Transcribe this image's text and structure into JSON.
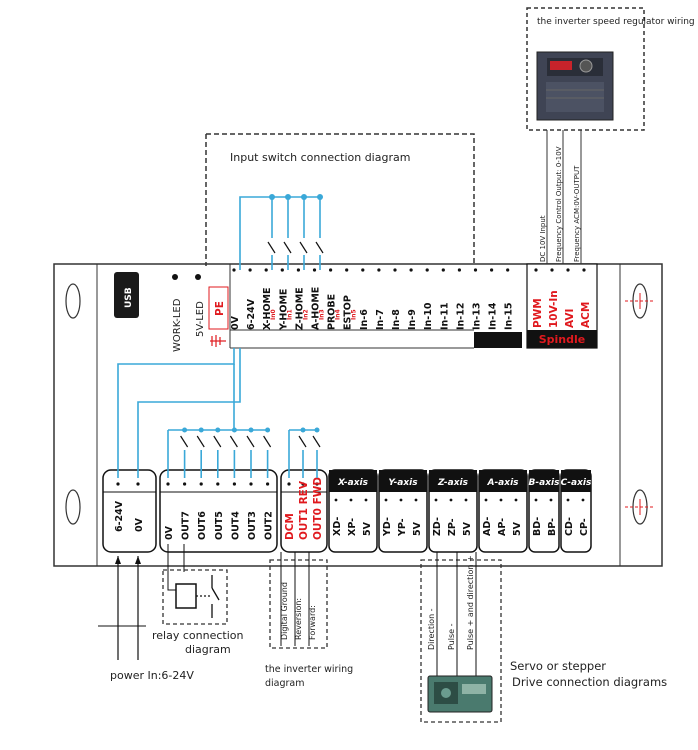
{
  "usb": "USB",
  "work_led": "WORK-LED",
  "v5_led": "5V-LED",
  "pe": "PE",
  "input_caption": "Input switch connection diagram",
  "inputs": [
    {
      "name": "0V",
      "sub": ""
    },
    {
      "name": "6-24V",
      "sub": ""
    },
    {
      "name": "X-HOME",
      "sub": "In0"
    },
    {
      "name": "Y-HOME",
      "sub": "In1"
    },
    {
      "name": "Z-HOME",
      "sub": "In2"
    },
    {
      "name": "A-HOME",
      "sub": "In3"
    },
    {
      "name": "PROBE",
      "sub": "In4"
    },
    {
      "name": "ESTOP",
      "sub": "In5"
    },
    {
      "name": "In-6",
      "sub": ""
    },
    {
      "name": "In-7",
      "sub": ""
    },
    {
      "name": "In-8",
      "sub": ""
    },
    {
      "name": "In-9",
      "sub": ""
    },
    {
      "name": "In-10",
      "sub": ""
    },
    {
      "name": "In-11",
      "sub": ""
    },
    {
      "name": "In-12",
      "sub": ""
    },
    {
      "name": "In-13",
      "sub": ""
    },
    {
      "name": "In-14",
      "sub": ""
    },
    {
      "name": "In-15",
      "sub": ""
    }
  ],
  "spindle": {
    "label": "Spindle",
    "terms": [
      "PWM",
      "10V-In",
      "AVI",
      "ACM"
    ],
    "wire_labels": [
      "DC 10V Input",
      "Frequency Control Output: 0-10V",
      "Frequency ACM:0V-OUTPUT"
    ]
  },
  "inverter_speed_caption": "the inverter speed regulator wiring diagram",
  "power": {
    "terms": [
      "6-24V",
      "0V"
    ],
    "caption": "power In:6-24V"
  },
  "outputs": [
    "0V",
    "OUT7",
    "OUT6",
    "OUT5",
    "OUT4",
    "OUT3",
    "OUT2"
  ],
  "relay_caption_1": "relay connection",
  "relay_caption_2": "diagram",
  "inverter_terms": [
    "DCM",
    "OUT1 REV",
    "OUT0 FWD"
  ],
  "inverter_wire_labels": [
    "Digital Ground",
    "Reversion:",
    "Forward:"
  ],
  "inverter_caption_1": "the inverter wiring",
  "inverter_caption_2": "diagram",
  "axes": [
    {
      "title": "X-axis",
      "terms": [
        "XD-",
        "XP-",
        "5V"
      ]
    },
    {
      "title": "Y-axis",
      "terms": [
        "YD-",
        "YP-",
        "5V"
      ]
    },
    {
      "title": "Z-axis",
      "terms": [
        "ZD-",
        "ZP-",
        "5V"
      ]
    },
    {
      "title": "A-axis",
      "terms": [
        "AD-",
        "AP-",
        "5V"
      ]
    },
    {
      "title": "B-axis",
      "terms": [
        "BD-",
        "BP-"
      ]
    },
    {
      "title": "C-axis",
      "terms": [
        "CD-",
        "CP-"
      ]
    }
  ],
  "drive_wire_labels": [
    "Direction -",
    "Pulse -",
    "Pulse + and direction +"
  ],
  "servo_caption_1": "Servo or stepper",
  "servo_caption_2": "Drive connection diagrams",
  "colors": {
    "wire": "#3aa8d8",
    "red": "#e0191e",
    "black": "#111111",
    "board": "#ffffff"
  }
}
